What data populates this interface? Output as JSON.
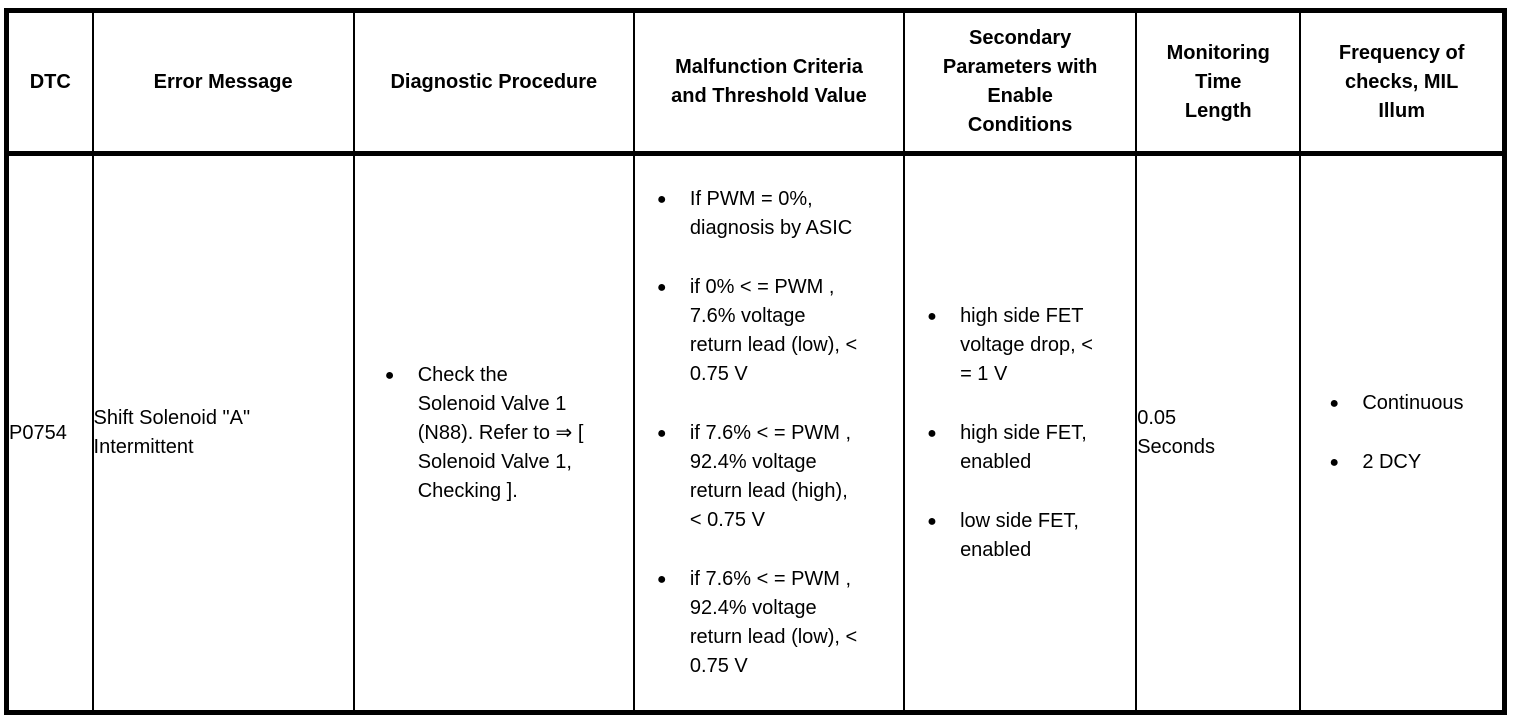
{
  "colors": {
    "background": "#ffffff",
    "border": "#000000",
    "text": "#000000"
  },
  "table": {
    "headers": [
      "DTC",
      "Error Message",
      "Diagnostic Procedure",
      "Malfunction Criteria\nand Threshold Value",
      "Secondary\nParameters with\nEnable\nConditions",
      "Monitoring\nTime\nLength",
      "Frequency of\nchecks, MIL\nIllum"
    ],
    "row": {
      "dtc": "P0754",
      "error_message": "Shift Solenoid \"A\"\nIntermittent",
      "diagnostic_procedure": [
        "Check the\nSolenoid Valve 1\n(N88). Refer to ⇒ [\nSolenoid Valve 1,\nChecking ]."
      ],
      "malfunction_criteria": [
        "If PWM = 0%,\ndiagnosis by ASIC",
        "if 0% < = PWM ,\n7.6% voltage\nreturn lead (low), <\n0.75 V",
        "if 7.6% < = PWM ,\n92.4% voltage\nreturn lead (high),\n< 0.75 V",
        "if 7.6% < = PWM ,\n92.4% voltage\nreturn lead (low), <\n0.75 V"
      ],
      "secondary_parameters": [
        "high side FET\nvoltage drop, <\n= 1 V",
        "high side FET,\nenabled",
        "low side FET,\nenabled"
      ],
      "monitoring_time": "0.05\nSeconds",
      "frequency_of_checks": [
        "Continuous",
        "2 DCY"
      ]
    }
  }
}
